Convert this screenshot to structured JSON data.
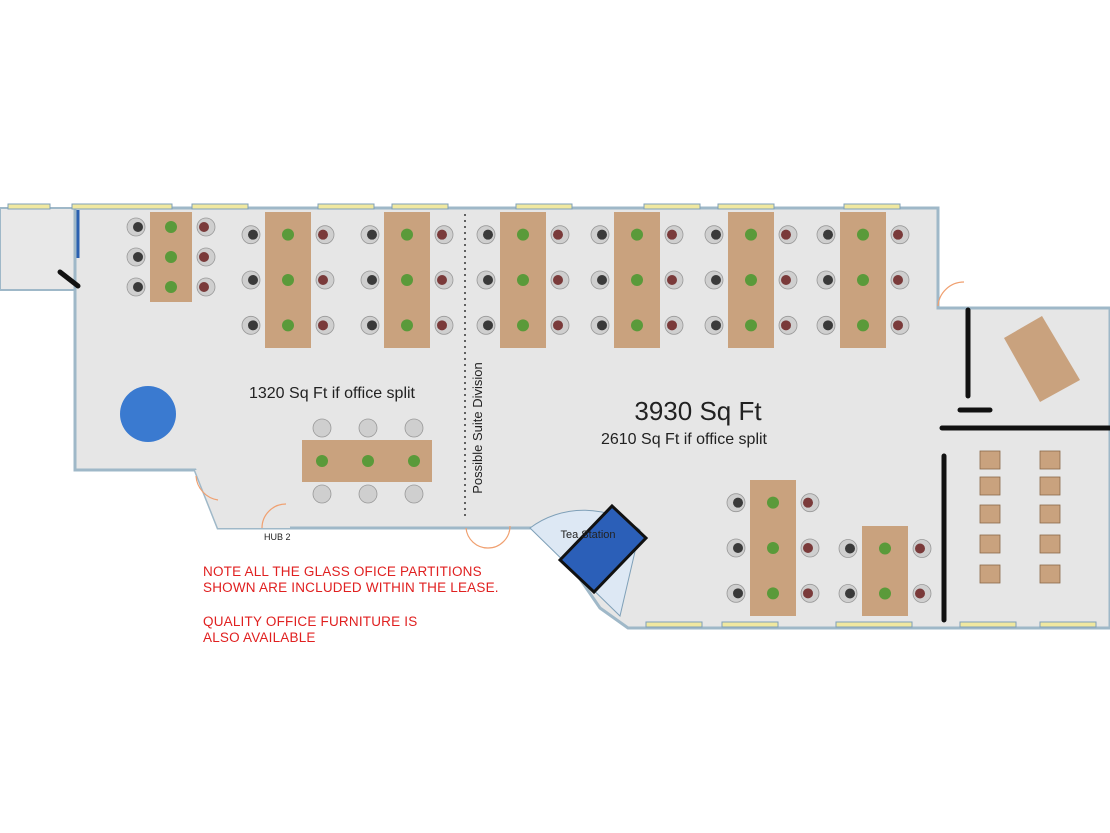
{
  "labels": {
    "total_area": "3930 Sq Ft",
    "split_left": "1320 Sq Ft if office split",
    "split_right": "2610 Sq Ft if office split",
    "division": "Possible Suite Division",
    "tea_station": "Tea Station",
    "hub": "HUB 2"
  },
  "notes": [
    "NOTE ALL THE GLASS OFICE PARTITIONS",
    "SHOWN ARE INCLUDED WITHIN THE LEASE.",
    "QUALITY OFFICE FURNITURE IS",
    "ALSO AVAILABLE"
  ],
  "colors": {
    "floor": "#e6e6e6",
    "wall": "#9fb8c8",
    "desk": "#c9a27e",
    "note_text": "#e02020",
    "partition": "#111111",
    "tea_station": "#2b5fb8",
    "round_table": "#3a7ad0",
    "window": "#f0e8a0"
  },
  "icons": {
    "chair": "chair-icon",
    "person": "person-icon",
    "plant": "plant-icon",
    "door": "door-swing-icon"
  }
}
